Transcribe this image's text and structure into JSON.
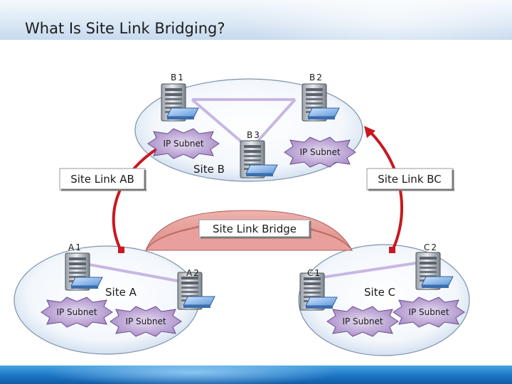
{
  "slide": {
    "title": "What Is Site Link Bridging?"
  },
  "sites": {
    "b": {
      "label": "Site B"
    },
    "a": {
      "label": "Site A"
    },
    "c": {
      "label": "Site C"
    }
  },
  "servers": {
    "b1": "B1",
    "b2": "B2",
    "b3": "B3",
    "a1": "A1",
    "a2": "A2",
    "c1": "C1",
    "c2": "C2"
  },
  "subnets": {
    "b_left": "IP Subnet",
    "b_right": "IP Subnet",
    "a_left": "IP Subnet",
    "a_right": "IP Subnet",
    "c_left": "IP Subnet",
    "c_right": "IP Subnet"
  },
  "links": {
    "ab": "Site Link AB",
    "bc": "Site Link BC",
    "bridge": "Site Link Bridge"
  },
  "colors": {
    "link_red": "#c81820",
    "bridge_fill": "#e89a98",
    "subnet_fill": "#b89ed0",
    "cable": "#c7b7e2"
  }
}
